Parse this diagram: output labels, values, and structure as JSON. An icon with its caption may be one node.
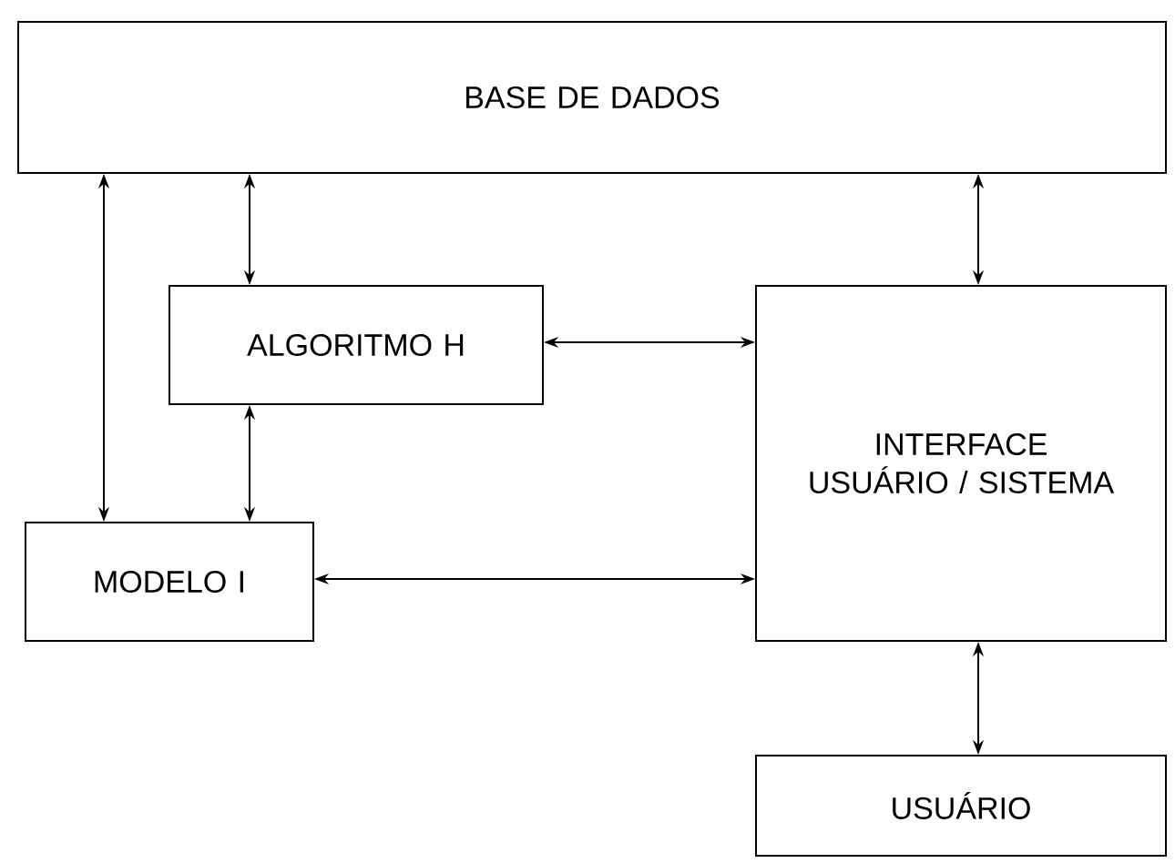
{
  "diagram": {
    "nodes": [
      {
        "text": [
          "BASE DE DADOS"
        ]
      },
      {
        "text": [
          "ALGORITMO H"
        ]
      },
      {
        "text": [
          "INTERFACE USUÁRIO / SISTEMA"
        ]
      },
      {
        "text": [
          "MODELO I"
        ]
      },
      {
        "text": [
          "USUÁRIO"
        ]
      }
    ],
    "edges": [
      {
        "from": 0,
        "to": 3,
        "arrow": "both"
      },
      {
        "from": 0,
        "to": 1,
        "arrow": "both"
      },
      {
        "from": 0,
        "to": 2,
        "arrow": "both"
      },
      {
        "from": 1,
        "to": 2,
        "arrow": "both"
      },
      {
        "from": 1,
        "to": 3,
        "arrow": "both"
      },
      {
        "from": 3,
        "to": 2,
        "arrow": "both"
      },
      {
        "from": 2,
        "to": 4,
        "arrow": "both"
      }
    ]
  }
}
